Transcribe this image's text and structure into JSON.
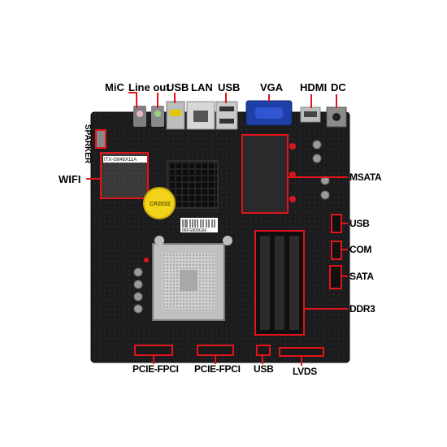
{
  "labels": {
    "mic": "MiC",
    "line_out": "Line out",
    "usb_top_1": "USB",
    "lan": "LAN",
    "usb_top_2": "USB",
    "vga": "VGA",
    "hdmi": "HDMI",
    "dc": "DC",
    "sparker": "SPARKER",
    "wifi": "WIFI",
    "msata": "MSATA",
    "usb_right": "USB",
    "com": "COM",
    "sata": "SATA",
    "ddr3": "DDR3",
    "pcie_fpci_1": "PCIE-FPCI",
    "pcie_fpci_2": "PCIE-FPCI",
    "usb_bottom": "USB",
    "lvds": "LVDS"
  },
  "board_text": {
    "wifi_module_label": "ITX-G848X11A",
    "barcode_text": "88FG808G60",
    "battery_text": "CR2032"
  },
  "colors": {
    "board": "#1c1c1e",
    "callout_red": "#e0141a",
    "vga_blue": "#1e3ea8",
    "gold_cell": "#f2d21a"
  }
}
